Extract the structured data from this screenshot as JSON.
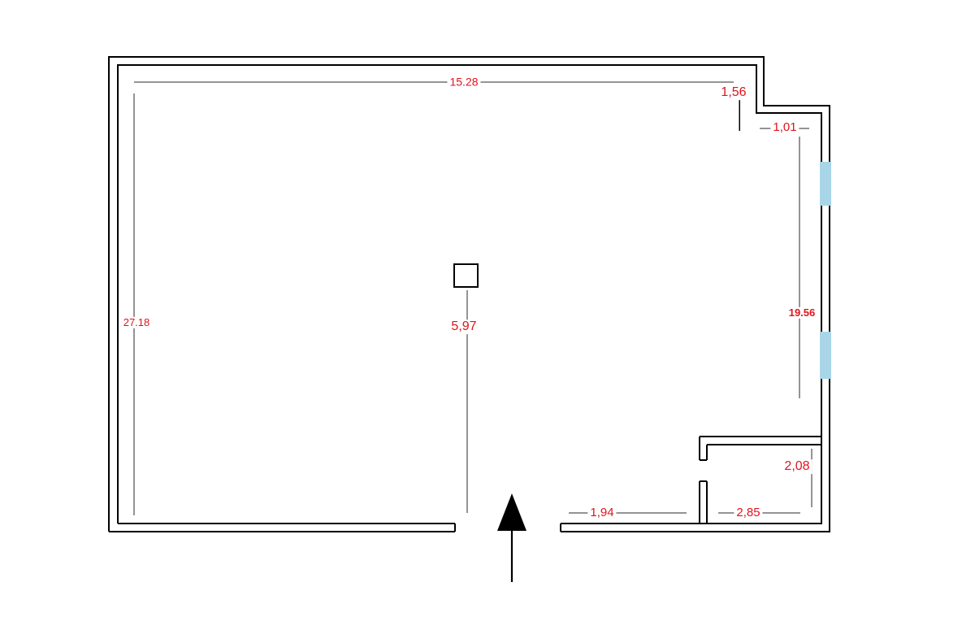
{
  "colors": {
    "dimension_text": "#e0141b",
    "window_fill": "#a8d6e8",
    "wall": "#000000"
  },
  "dimensions": {
    "top_wall": "15.28",
    "upper_right": "1,56",
    "step_width": "1,01",
    "left_wall": "27.18",
    "center_span": "5,97",
    "right_wall": "19.56",
    "closet_height": "2,08",
    "entry_span": "1,94",
    "closet_width": "2,85"
  }
}
